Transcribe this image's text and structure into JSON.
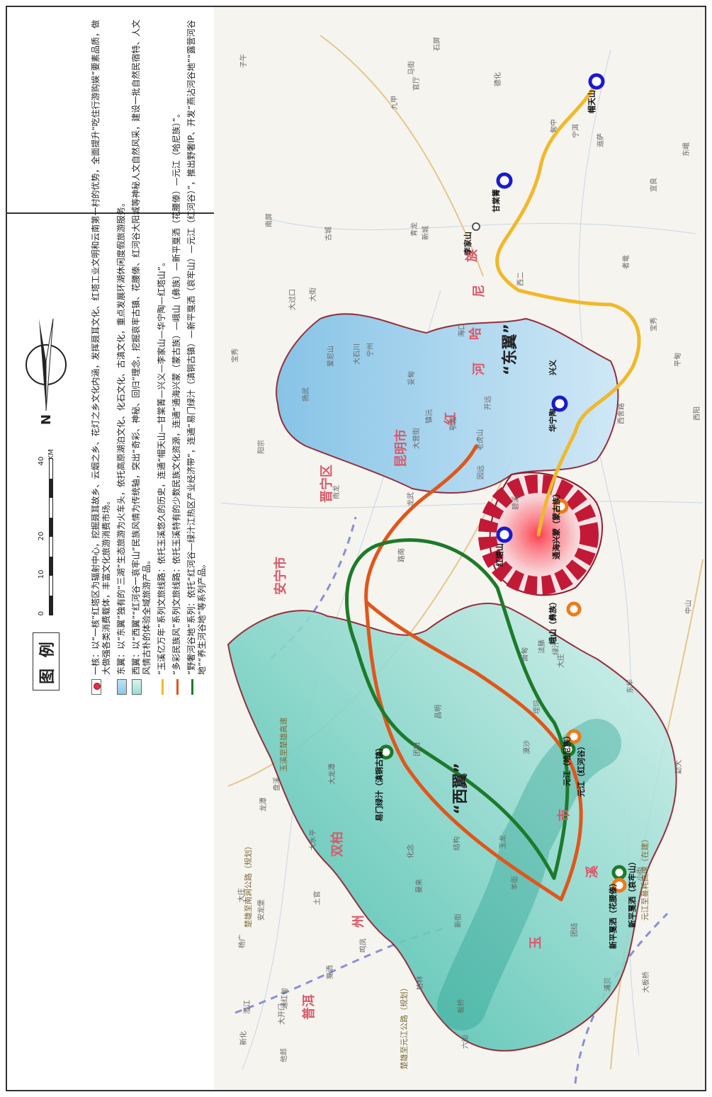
{
  "legend": {
    "title": "图 例",
    "scale": {
      "ticks": [
        "0",
        "10",
        "20",
        "40"
      ],
      "unit": "KM"
    },
    "north_symbol": "north-arrow-icon",
    "items": [
      {
        "symbol": "core",
        "text": "一核：以“一核”红塔区为辐射中心，挖掘聂耳故乡、云烟之乡、花灯之乡文化内涵，发挥聂耳文化、红塔工业文明和云南第一村的优势，全面提升“吃住行游购娱”要素品质，做大做强各类消费载体，丰富文化旅游消费市场。"
      },
      {
        "symbol": "east",
        "text": "东翼：以“东翼”独有的“三湖”生态旅游为火车头，依托高原湖泊文化、化石文化、古滇文化，重点发展环湖休闲度假旅游服务。"
      },
      {
        "symbol": "west",
        "text": "西翼：以“西翼”“红河谷一哀牢山”民族风情为传统轴，突出“奇彩、神秘、回归”理念，挖掘哀牢古镇、花腰傣、红河谷大阳城等神秘人文自然风采，建设一批自然民宿特、人文风情古朴的体验全域旅游产品。"
      },
      {
        "symbol": "route-yellow",
        "text": "“玉溪亿万年”系列文旅线路：依托玉溪悠久的历史，连通“帽天山—甘棠箐—兴义—李家山—华宁陶—红塔山”。"
      },
      {
        "symbol": "route-orange",
        "text": "“多彩民族风”系列文旅线路：依托玉溪特有的少数民族文化资源，连通“通海兴蒙（蒙古族）—峨山（彝族）—新平戛洒（花腰傣）—元江（哈尼族）”。"
      },
      {
        "symbol": "route-green",
        "text": "“野奢河谷地”系列：依托“红河谷—绿汁江热区产业经济带”，连通“易门绿汁（滇铜古镇）—新平戛洒（哀牢山）—元江（红河谷）”，推出野奢IP、开发“燕沾河谷地”“露营河谷地”“养生河谷地”等系列产品。"
      }
    ]
  },
  "map": {
    "zones": {
      "east": "“东翼”",
      "west": "“西翼”"
    },
    "cities": [
      "昆明市",
      "安宁市",
      "晋宁区",
      "红",
      "河",
      "哈",
      "尼",
      "族",
      "玉",
      "溪",
      "市",
      "双柏",
      "州",
      "普洱"
    ],
    "nodes": [
      {
        "id": "maotianshan",
        "label": "帽天山",
        "type": "blue"
      },
      {
        "id": "gantangqing",
        "label": "甘棠箐",
        "type": "blue"
      },
      {
        "id": "huaningtao",
        "label": "华宁陶",
        "type": "blue"
      },
      {
        "id": "lijiashan",
        "label": "李家山",
        "type": "white"
      },
      {
        "id": "xingyi",
        "label": "兴义",
        "type": "text"
      },
      {
        "id": "hongtashan",
        "label": "红塔山",
        "type": "blue"
      },
      {
        "id": "tonghai",
        "label": "通海兴蒙（蒙古族）",
        "type": "orange"
      },
      {
        "id": "eshan",
        "label": "峨山（彝族）",
        "type": "orange"
      },
      {
        "id": "yimen",
        "label": "易门绿汁（滇铜古镇）",
        "type": "green"
      },
      {
        "id": "gasa_ailao",
        "label": "新平戛洒（哀牢山）",
        "type": "green"
      },
      {
        "id": "gasa_huayao",
        "label": "新平戛洒（花腰傣）",
        "type": "orange"
      },
      {
        "id": "yuanjiang_hani",
        "label": "元江（哈尼族）",
        "type": "orange"
      },
      {
        "id": "yuanjiang_hhg",
        "label": "元江（红河谷）",
        "type": "green"
      }
    ],
    "places": [
      "大板桥",
      "阳宗",
      "宜良",
      "路南",
      "西二",
      "通红甸",
      "青龙",
      "海口",
      "盘溪",
      "宁州",
      "杨广",
      "土官",
      "新城",
      "开远",
      "大庄",
      "南屏",
      "官厅",
      "西阳",
      "面甸",
      "宝秀",
      "龙武",
      "化念",
      "大营街",
      "古城",
      "甸中",
      "大龙潭",
      "浦贝",
      "小街",
      "绿汁",
      "六街",
      "大石川",
      "扬武",
      "漠沙",
      "戛洒",
      "平甸",
      "老虎山",
      "澧江",
      "曼来",
      "因远",
      "龙潭",
      "者竜",
      "东峨",
      "垤玛",
      "羊街",
      "大水平",
      "他郎",
      "新化",
      "结构",
      "迤萨",
      "石屏",
      "雨龙",
      "宝秀",
      "大街",
      "宁洱",
      "大开门",
      "德化",
      "九甲",
      "镇沅",
      "勐大",
      "团田",
      "鸣凤",
      "法脿",
      "爱尼山",
      "大庄",
      "子午",
      "大过口",
      "中山",
      "妥甸",
      "新街",
      "鄂嘉",
      "安龙堡",
      "碧溪",
      "东华",
      "柏林",
      "西舍路",
      "昌明",
      "团结",
      "板桥",
      "玉龙",
      "马街"
    ],
    "roads": [
      "元江至蔓耗高速（在建）",
      "楚雄至南涧公路（规划）",
      "楚雄至元江公路（规划）",
      "玉溪至楚雄高速"
    ]
  }
}
